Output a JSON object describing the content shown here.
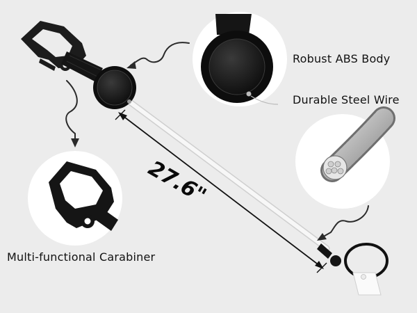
{
  "labels": {
    "abs_body": "Robust ABS Body",
    "steel_wire": "Durable Steel Wire",
    "carabiner": "Multi-functional Carabiner"
  },
  "dimension": {
    "length_text": "27.6\""
  },
  "colors": {
    "background": "#ececec",
    "product": "#1a1a1a",
    "wire": "#f4f4f4",
    "circle_bg": "#ffffff",
    "arrow": "#2a2a2a"
  },
  "icons": [
    "carabiner-icon",
    "reel-icon",
    "steel-wire-icon",
    "key-ring-icon",
    "curved-arrow-icon"
  ]
}
